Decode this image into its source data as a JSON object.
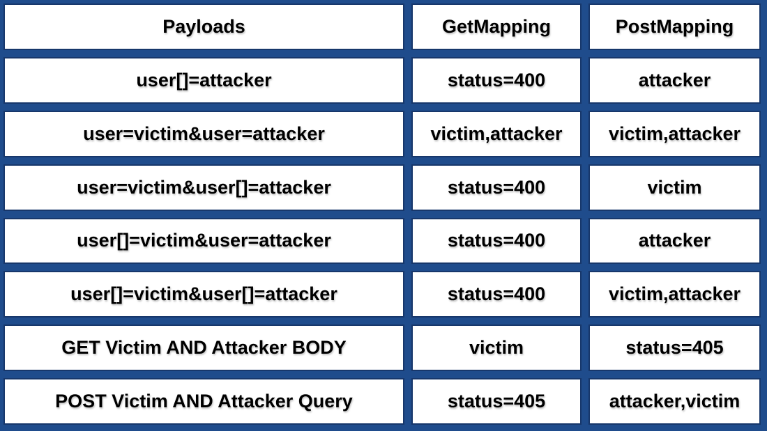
{
  "chart_data": {
    "type": "table",
    "columns": [
      "Payloads",
      "GetMapping",
      "PostMapping"
    ],
    "rows": [
      [
        "user[]=attacker",
        "status=400",
        "attacker"
      ],
      [
        "user=victim&user=attacker",
        "victim,attacker",
        "victim,attacker"
      ],
      [
        "user=victim&user[]=attacker",
        "status=400",
        "victim"
      ],
      [
        "user[]=victim&user=attacker",
        "status=400",
        "attacker"
      ],
      [
        "user[]=victim&user[]=attacker",
        "status=400",
        "victim,attacker"
      ],
      [
        "GET Victim AND Attacker BODY",
        "victim",
        "status=405"
      ],
      [
        "POST Victim AND Attacker Query",
        "status=405",
        "attacker,victim"
      ]
    ],
    "title": "",
    "legend": "none",
    "grid": "cell-borders"
  },
  "colors": {
    "background": "#1f4c8c",
    "cell_background": "#ffffff",
    "cell_border": "#17376b",
    "text": "#000000"
  }
}
